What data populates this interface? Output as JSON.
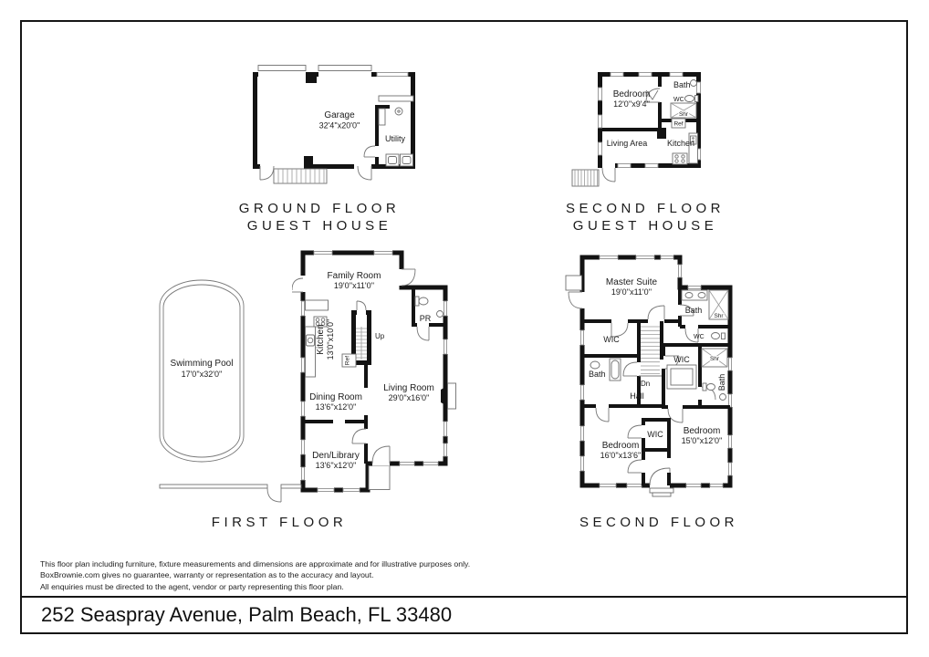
{
  "ground_guest": {
    "title1": "GROUND FLOOR",
    "title2": "GUEST HOUSE",
    "garage": "Garage",
    "garage_dims": "32'4''x20'0''",
    "utility": "Utility"
  },
  "second_guest": {
    "title1": "SECOND FLOOR",
    "title2": "GUEST HOUSE",
    "bedroom": "Bedroom",
    "bedroom_dims": "12'0''x9'4''",
    "bath": "Bath",
    "wc": "WC",
    "shr": "Shr",
    "ref": "Ref",
    "living": "Living Area",
    "kitchen": "Kitchen"
  },
  "first_floor": {
    "title": "FIRST FLOOR",
    "family": "Family Room",
    "family_dims": "19'0''x11'0''",
    "pr": "PR",
    "kitchen": "Kitchen",
    "kitchen_dims": "13'0''x10'0''",
    "ref": "Ref",
    "up": "Up",
    "dining": "Dining Room",
    "dining_dims": "13'6''x12'0''",
    "living": "Living Room",
    "living_dims": "29'0''x16'0''",
    "den": "Den/Library",
    "den_dims": "13'6''x12'0''"
  },
  "pool": {
    "name": "Swimming Pool",
    "dims": "17'0''x32'0''"
  },
  "second_floor": {
    "title": "SECOND FLOOR",
    "master": "Master Suite",
    "master_dims": "19'0''x11'0''",
    "bath1": "Bath",
    "shr1": "Shr",
    "wc": "WC",
    "wic_left": "WIC",
    "bath2": "Bath",
    "hall": "Hall",
    "dn": "Dn",
    "wic_mid": "WIC",
    "wic_right": "WIC",
    "shr2": "Shr",
    "bath3": "Bath",
    "bed1": "Bedroom",
    "bed1_dims": "16'0''x13'6''",
    "bed2": "Bedroom",
    "bed2_dims": "15'0''x12'0''"
  },
  "footer": {
    "line1": "This floor plan including furniture, fixture measurements and dimensions are approximate and for illustrative purposes only.",
    "line2": "BoxBrownie.com gives no guarantee, warranty or representation as to the accuracy and layout.",
    "line3": "All enquiries must be directed to the agent, vendor or party representing this floor plan.",
    "address": "252 Seaspray Avenue, Palm Beach, FL 33480"
  }
}
